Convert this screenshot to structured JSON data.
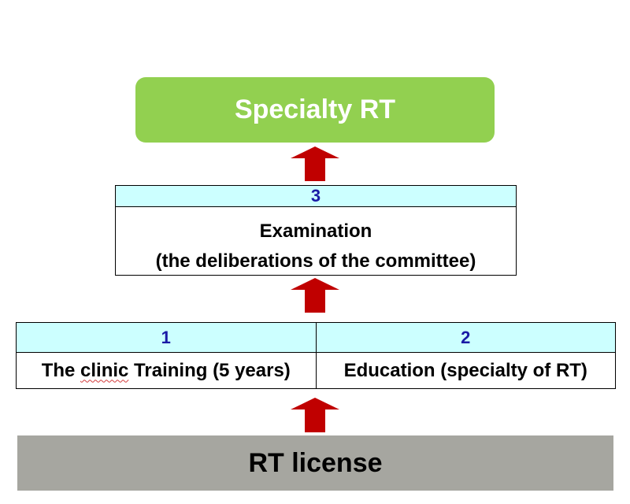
{
  "diagram": {
    "top_box": {
      "label": "Specialty RT",
      "color": "#92d050"
    },
    "examination": {
      "step": "3",
      "title": "Examination",
      "subtitle": "(the deliberations of the committee)"
    },
    "requirements": [
      {
        "step": "1",
        "label_prefix": "The ",
        "label_marked": "clinic",
        "label_suffix": " Training (5 years)"
      },
      {
        "step": "2",
        "label": "Education (specialty of RT)"
      }
    ],
    "bottom_box": {
      "label": "RT license",
      "color": "#a6a6a0"
    },
    "header_color": "#ccffff",
    "arrow_color": "#c00000",
    "arrow_icon": "arrow-up-icon"
  }
}
